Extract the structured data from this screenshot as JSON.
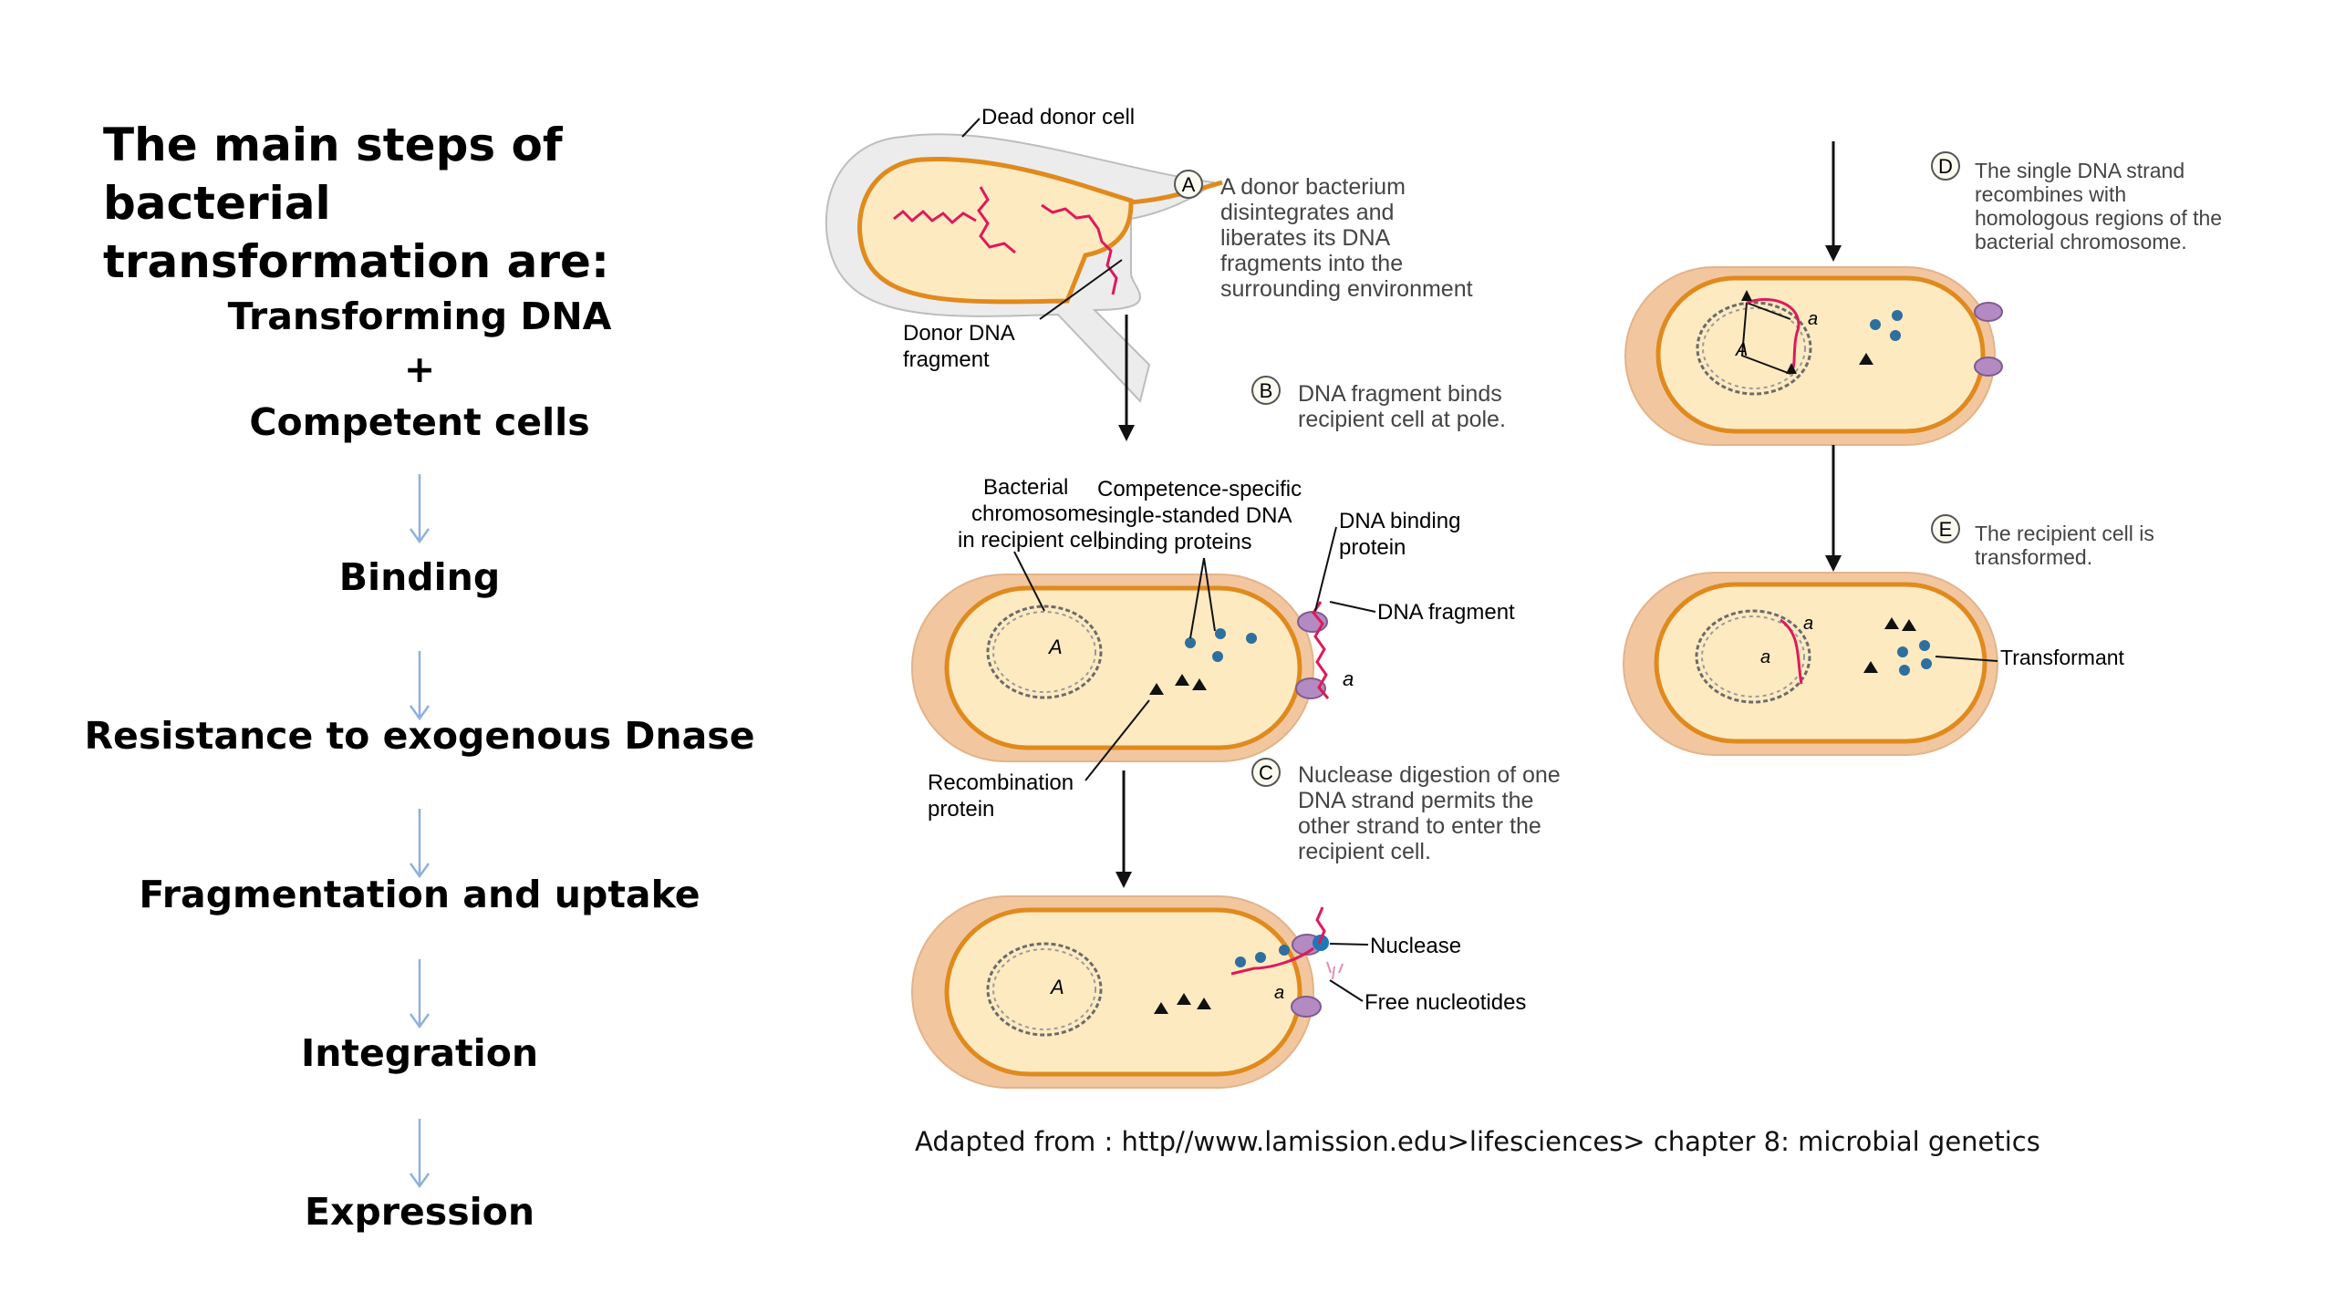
{
  "heading": {
    "line1": "The main steps of bacterial",
    "line2": "transformation are:"
  },
  "steps": {
    "s1": "Transforming DNA",
    "plus": "+",
    "s2": "Competent cells",
    "s3": "Binding",
    "s4": "Resistance to exogenous Dnase",
    "s5": "Fragmentation and uptake",
    "s6": "Integration",
    "s7": "Expression"
  },
  "figure": {
    "dead_donor": "Dead donor cell",
    "donor_fragment_1": "Donor DNA",
    "donor_fragment_2": "fragment",
    "a_letter": "A",
    "a_text": [
      "A donor bacterium",
      "disintegrates and",
      "liberates its DNA",
      "fragments into the",
      "surrounding environment"
    ],
    "b_letter": "B",
    "b_text": [
      "DNA fragment binds",
      "recipient cell at pole."
    ],
    "c_letter": "C",
    "c_text": [
      "Nuclease digestion of one",
      "DNA strand permits the",
      "other strand to enter the",
      "recipient cell."
    ],
    "d_letter": "D",
    "d_text": [
      "The single DNA strand",
      "recombines with",
      "homologous regions of the",
      "bacterial chromosome."
    ],
    "e_letter": "E",
    "e_text": [
      "The recipient cell is",
      "transformed."
    ],
    "bact_chrom": [
      "Bacterial",
      "chromosome",
      "in recipient cell"
    ],
    "competence": [
      "Competence-specific",
      "single-standed DNA",
      "binding proteins"
    ],
    "dna_binding": [
      "DNA binding",
      "protein"
    ],
    "dna_fragment": "DNA fragment",
    "recomb": [
      "Recombination",
      "protein"
    ],
    "nuclease": "Nuclease",
    "free_nuc": "Free nucleotides",
    "transformant": "Transformant",
    "gene_A": "A",
    "gene_a": "a"
  },
  "caption": "Adapted from : http//www.lamission.edu>lifesciences> chapter 8: microbial genetics",
  "colors": {
    "cytoplasm": "#fdeac1",
    "wall": "#f2c7a0",
    "membrane": "#e08a1e",
    "dna": "#e0195a",
    "protein": "#2e6f9e",
    "binding": "#b48ac2",
    "arrow": "#8fb0e0"
  }
}
